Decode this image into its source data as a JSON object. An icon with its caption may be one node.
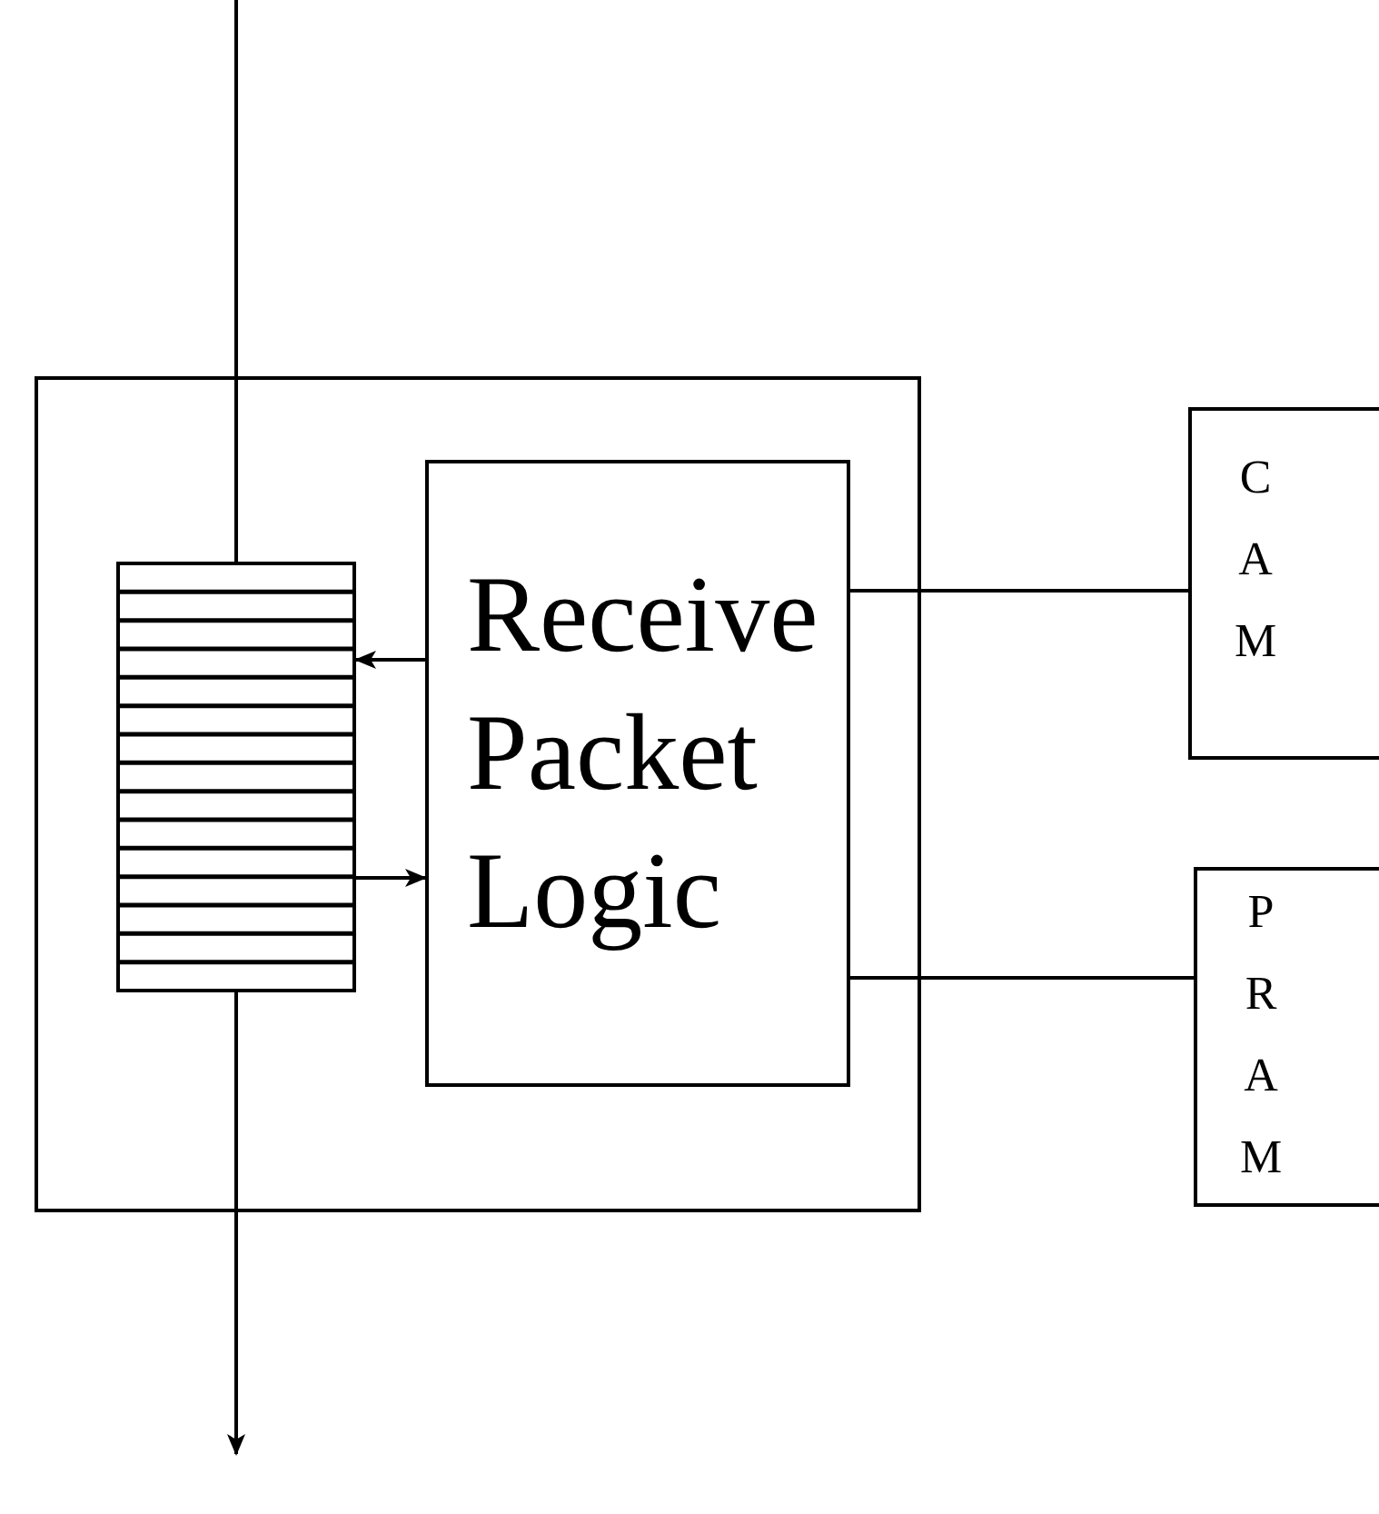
{
  "diagram": {
    "nodes": [
      {
        "text": [],
        "shape": "box"
      },
      {
        "text": [],
        "shape": "box",
        "in": 0
      },
      {
        "text": [
          "Receive Packet Logic"
        ],
        "in": 0
      },
      {
        "text": [
          "CAM"
        ]
      },
      {
        "text": [
          "PRAM"
        ]
      }
    ],
    "edges": [
      {
        "from": null,
        "to": 1,
        "arrow": "none"
      },
      {
        "from": 1,
        "to": null,
        "arrow": "to"
      },
      {
        "from": 2,
        "to": 1,
        "arrow": "to"
      },
      {
        "from": 1,
        "to": 2,
        "arrow": "to"
      },
      {
        "from": 2,
        "to": 3,
        "arrow": "none"
      },
      {
        "from": 2,
        "to": 4,
        "arrow": "none"
      }
    ]
  }
}
